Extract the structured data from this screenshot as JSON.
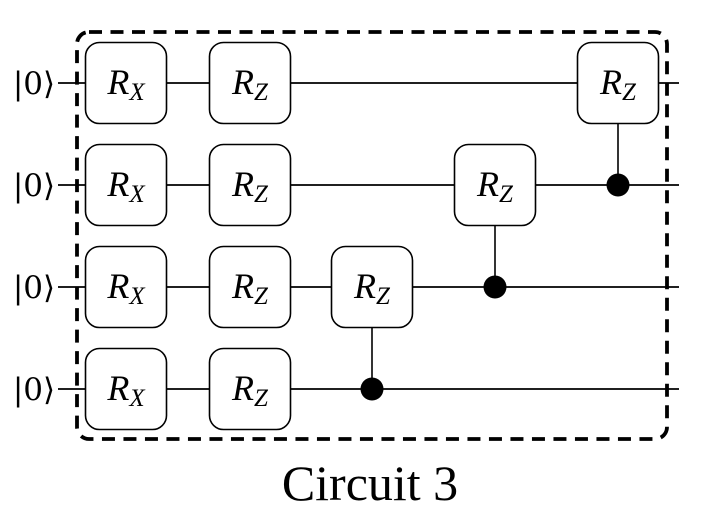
{
  "figure": {
    "caption": "Circuit 3",
    "background_color": "#ffffff",
    "stroke_color": "#000000"
  },
  "circuit_data": {
    "type": "quantum-circuit",
    "num_qubits": 4,
    "qubit_labels": [
      "|0⟩",
      "|0⟩",
      "|0⟩",
      "|0⟩"
    ],
    "gate_labels": {
      "rx_base": "R",
      "rx_sub": "X",
      "rz_base": "R",
      "rz_sub": "Z"
    },
    "gates": [
      {
        "type": "RX",
        "qubit": 0,
        "column": 1
      },
      {
        "type": "RX",
        "qubit": 1,
        "column": 1
      },
      {
        "type": "RX",
        "qubit": 2,
        "column": 1
      },
      {
        "type": "RX",
        "qubit": 3,
        "column": 1
      },
      {
        "type": "RZ",
        "qubit": 0,
        "column": 2
      },
      {
        "type": "RZ",
        "qubit": 1,
        "column": 2
      },
      {
        "type": "RZ",
        "qubit": 2,
        "column": 2
      },
      {
        "type": "RZ",
        "qubit": 3,
        "column": 2
      },
      {
        "type": "CRZ",
        "control": 3,
        "target": 2,
        "column": 3
      },
      {
        "type": "CRZ",
        "control": 2,
        "target": 1,
        "column": 4
      },
      {
        "type": "CRZ",
        "control": 1,
        "target": 0,
        "column": 5
      }
    ],
    "boundary": "dashed rounded rectangle around all gates"
  }
}
